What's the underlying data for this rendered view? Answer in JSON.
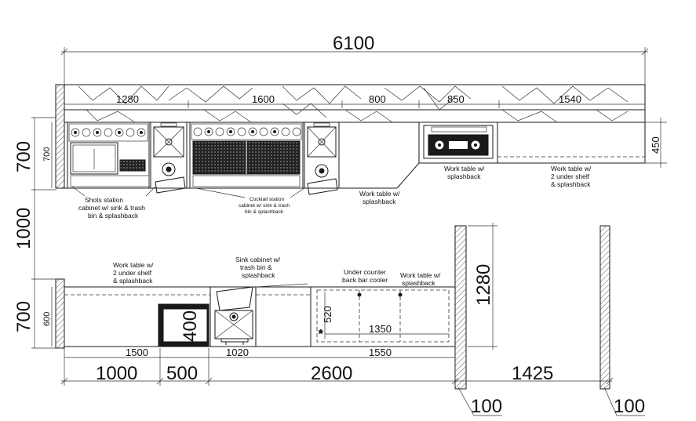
{
  "top_dimensions": {
    "overall": "6100",
    "section_1": "1280",
    "section_2": "1600",
    "section_3": "800",
    "section_4": "850",
    "section_5": "1540",
    "height_total": "700",
    "height_inner": "700",
    "height_right": "450"
  },
  "mid_dimension": "1000",
  "bottom_dimensions": {
    "height_total": "700",
    "height_inner": "600",
    "worktable_length": "1500",
    "sink_length": "1020",
    "cooler_length": "1550",
    "cooler_inner": "1350",
    "cooler_height": "520",
    "bin_width": "400",
    "seg_1000": "1000",
    "seg_500": "500",
    "seg_2600": "2600",
    "seg_1425": "1425",
    "wall_height": "1280",
    "wall_thickness_1": "100",
    "wall_thickness_2": "100"
  },
  "labels": {
    "shots_1": "Shots station",
    "shots_2": "cabinet w/ sink & trash",
    "shots_3": "bin & splashback",
    "cocktail_1": "Cocktail station",
    "cocktail_2": "cabinet w/ sink & trash",
    "cocktail_3": "bin & splashback",
    "worktable_mid_1": "Work table w/",
    "worktable_mid_2": "splashback",
    "worktable_top_1": "Work table w/",
    "worktable_top_2": "splashback",
    "worktable_shelf_1": "Work table w/",
    "worktable_shelf_2": "2 under shelf",
    "worktable_shelf_3": "& splashback",
    "bottom_worktable_1": "Work table w/",
    "bottom_worktable_2": "2 under shelf",
    "bottom_worktable_3": "& splashback",
    "sink_cab_1": "Sink cabinet w/",
    "sink_cab_2": "trash bin &",
    "sink_cab_3": "splashback",
    "cooler_1": "Under counter",
    "cooler_2": "back bar cooler",
    "bottom_wt_right_1": "Work table w/",
    "bottom_wt_right_2": "splashback"
  },
  "colors": {
    "line": "#1a1a1a",
    "background": "#ffffff"
  }
}
